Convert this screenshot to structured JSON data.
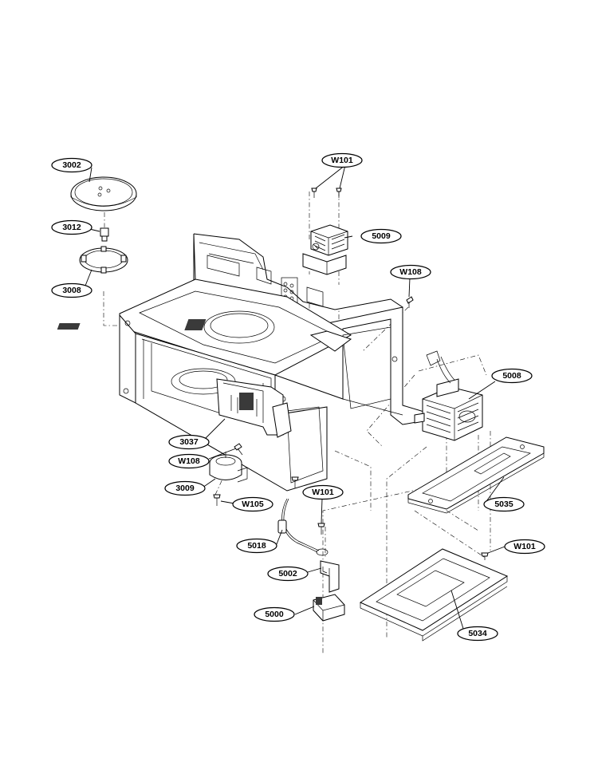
{
  "diagram": {
    "labels": [
      {
        "id": "3002",
        "text": "3002"
      },
      {
        "id": "3012",
        "text": "3012"
      },
      {
        "id": "3008",
        "text": "3008"
      },
      {
        "id": "w101a",
        "text": "W101"
      },
      {
        "id": "5009",
        "text": "5009"
      },
      {
        "id": "w108a",
        "text": "W108"
      },
      {
        "id": "5008",
        "text": "5008"
      },
      {
        "id": "3037",
        "text": "3037"
      },
      {
        "id": "w108b",
        "text": "W108"
      },
      {
        "id": "3009",
        "text": "3009"
      },
      {
        "id": "w105",
        "text": "W105"
      },
      {
        "id": "w101b",
        "text": "W101"
      },
      {
        "id": "5018",
        "text": "5018"
      },
      {
        "id": "5035",
        "text": "5035"
      },
      {
        "id": "w101c",
        "text": "W101"
      },
      {
        "id": "5002",
        "text": "5002"
      },
      {
        "id": "5000",
        "text": "5000"
      },
      {
        "id": "5034",
        "text": "5034"
      }
    ]
  }
}
